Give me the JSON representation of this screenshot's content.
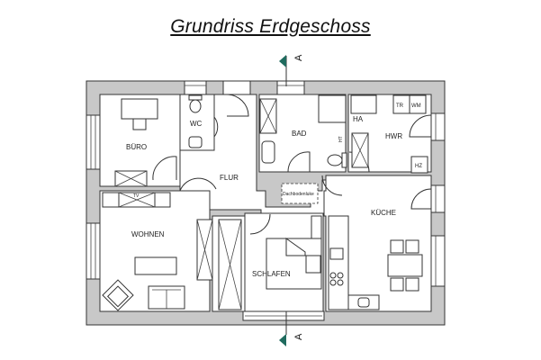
{
  "title": "Grundriss Erdgeschoss",
  "section_marker": {
    "label": "A",
    "color": "#1f6b5e"
  },
  "rooms": {
    "buero": "BÜRO",
    "wc": "WC",
    "flur": "FLUR",
    "bad": "BAD",
    "ha": "HA",
    "hwr": "HWR",
    "wohnen": "WOHNEN",
    "schlafen": "SCHLAFEN",
    "kueche": "KÜCHE"
  },
  "fixtures": {
    "tr": "TR",
    "wm": "WM",
    "hz": "HZ",
    "tv": "TV",
    "ht": "HT",
    "dachbodenluke": "Dachbodenluke"
  },
  "colors": {
    "wall_fill": "#c8c8c8",
    "line": "#333333",
    "marker": "#1f6b5e"
  }
}
